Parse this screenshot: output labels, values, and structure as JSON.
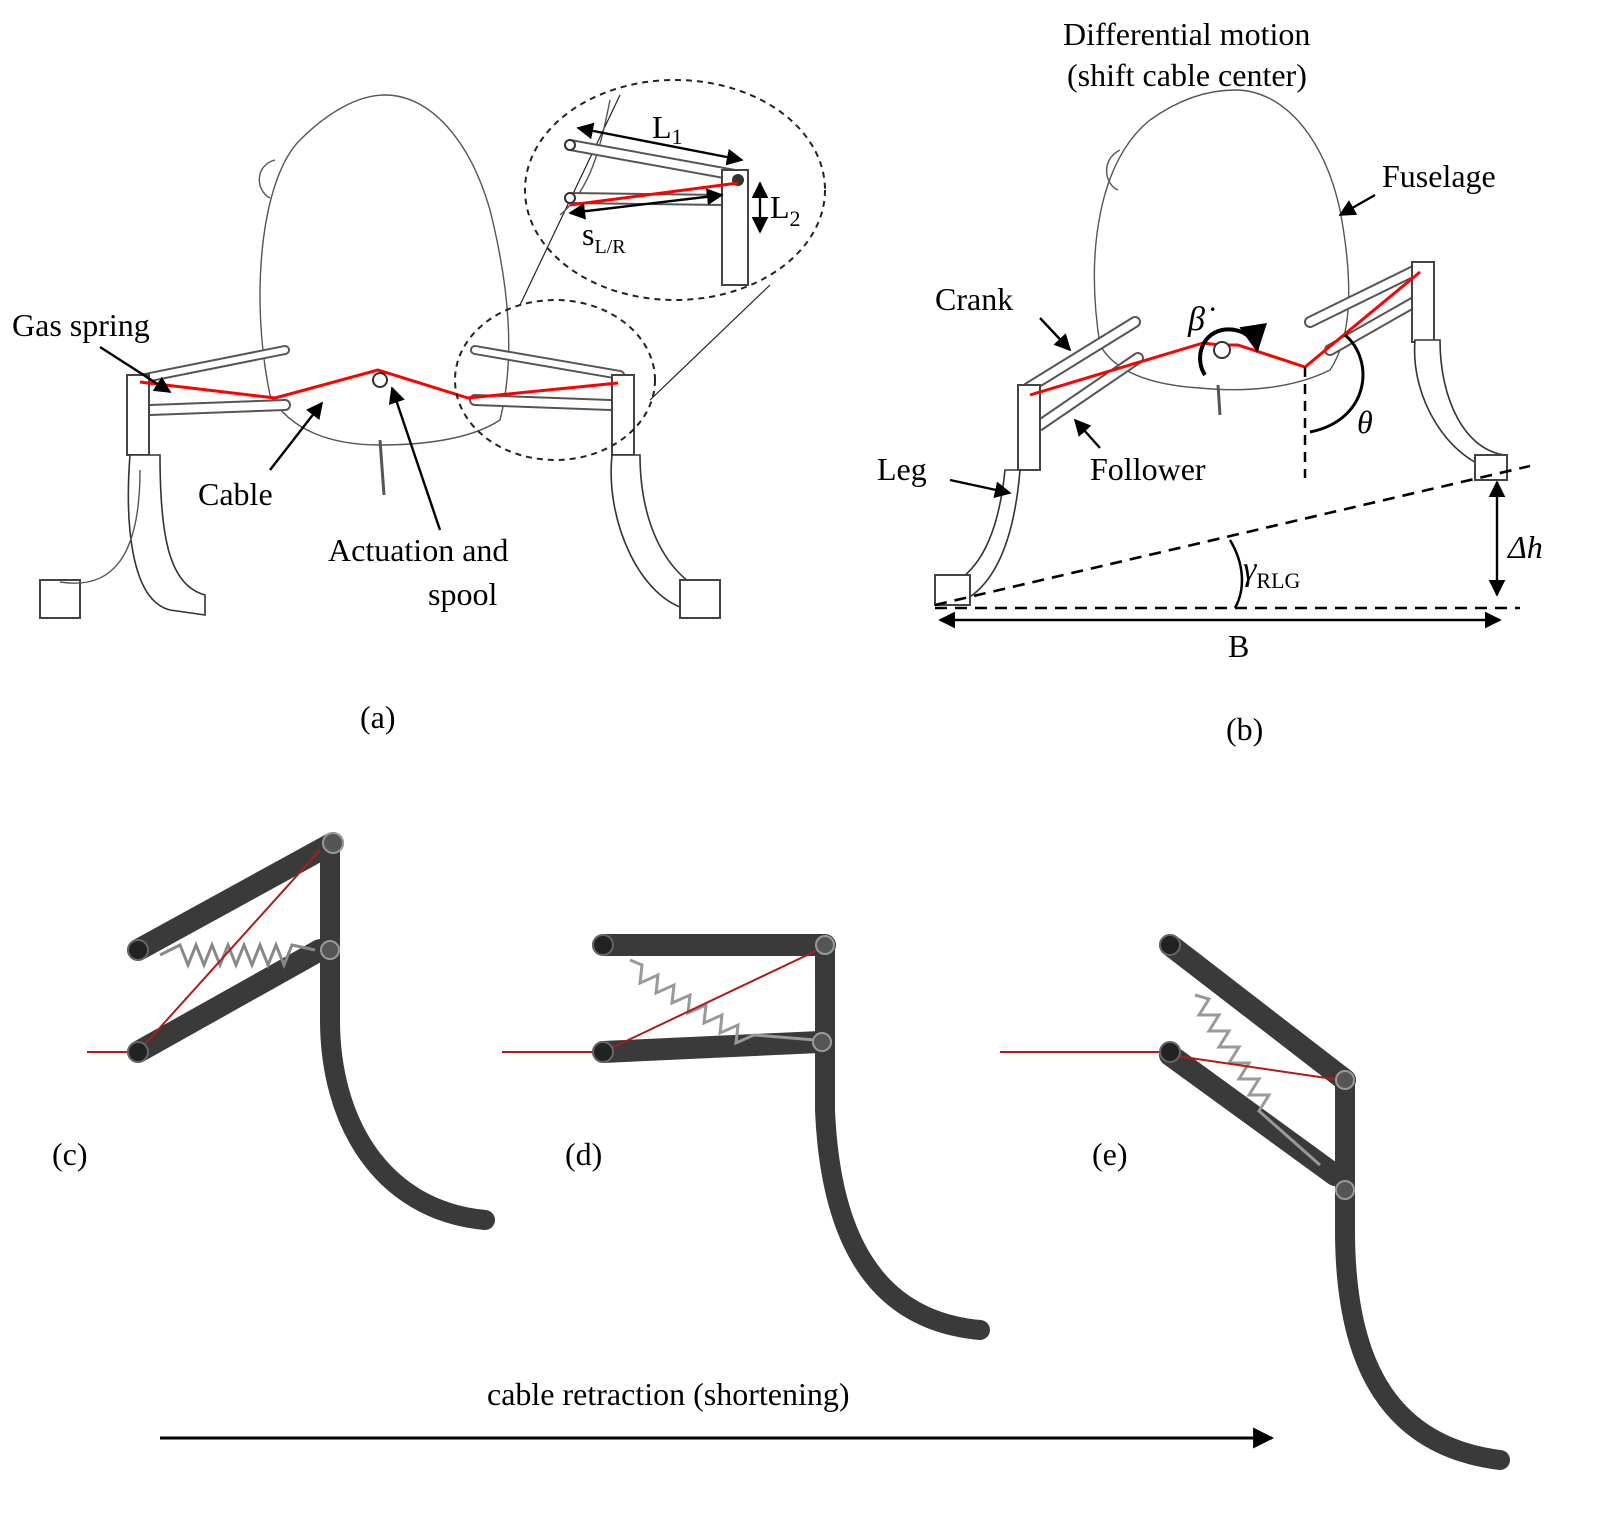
{
  "panel_a": {
    "caption": "(a)",
    "labels": {
      "gas_spring": "Gas spring",
      "cable": "Cable",
      "actuation": [
        "Actuation and",
        "spool"
      ],
      "l1": "L",
      "l1_sub": "1",
      "l2": "L",
      "l2_sub": "2",
      "s": "s",
      "s_sub": "L/R"
    }
  },
  "panel_b": {
    "caption": "(b)",
    "title": [
      "Differential motion",
      "(shift cable center)"
    ],
    "labels": {
      "fuselage": "Fuselage",
      "crank": "Crank",
      "follower": "Follower",
      "leg": "Leg",
      "beta_dot": "β̇",
      "theta": "θ",
      "gamma": "γ",
      "gamma_sub": "RLG",
      "delta_h": "Δh",
      "b": "B"
    }
  },
  "panels_cde": {
    "captions": [
      "(c)",
      "(d)",
      "(e)"
    ],
    "arrow_label": "cable retraction (shortening)"
  },
  "colors": {
    "cable": "#ff0000",
    "cable_render": "#b11a1a",
    "tube": "#3a3a3a",
    "outline": "#555555"
  }
}
